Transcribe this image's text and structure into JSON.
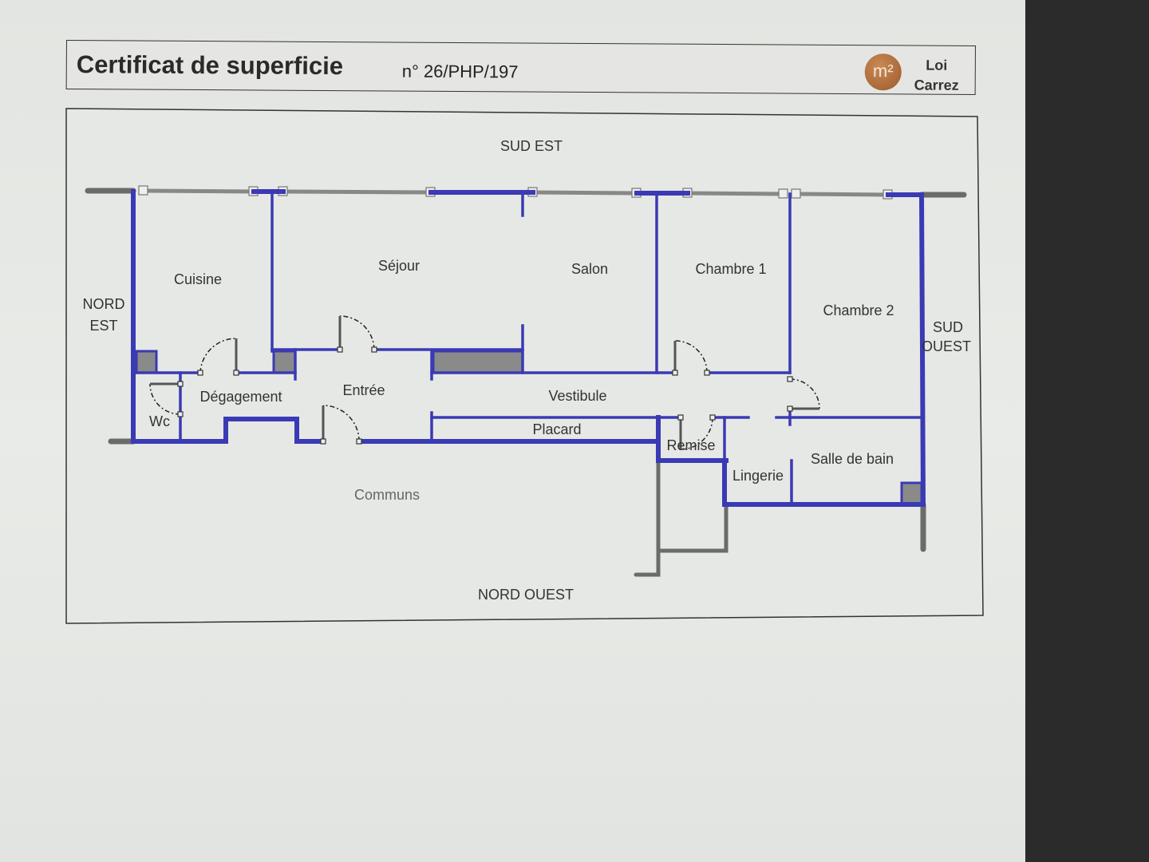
{
  "header": {
    "title": "Certificat de superficie",
    "certificate_number": "n° 26/PHP/197",
    "logo_symbol": "m²",
    "logo_text_line1": "Loi",
    "logo_text_line2": "Carrez"
  },
  "plan": {
    "orientation": {
      "top": "SUD EST",
      "bottom": "NORD OUEST",
      "left_line1": "NORD",
      "left_line2": "EST",
      "right_line1": "SUD",
      "right_line2": "OUEST"
    },
    "rooms": {
      "cuisine": "Cuisine",
      "sejour": "Séjour",
      "salon": "Salon",
      "chambre1": "Chambre 1",
      "chambre2": "Chambre 2",
      "degagement": "Dégagement",
      "entree": "Entrée",
      "vestibule": "Vestibule",
      "wc": "Wc",
      "placard": "Placard",
      "remise": "Remise",
      "lingerie": "Lingerie",
      "salle_de_bain": "Salle de bain",
      "communs": "Communs"
    },
    "colors": {
      "wall": "#3a3ab4",
      "exterior": "#6b6b6b"
    }
  }
}
